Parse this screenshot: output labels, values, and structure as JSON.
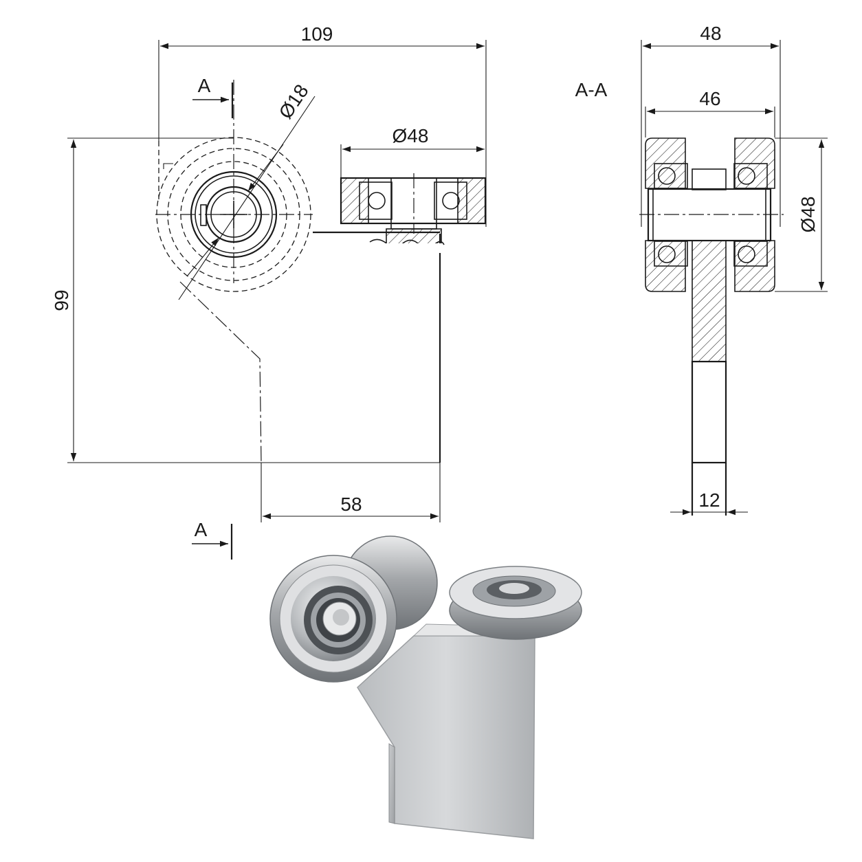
{
  "drawing": {
    "section_marker": "A",
    "section_view_label": "A-A",
    "dimensions": {
      "width_total": "109",
      "height_total": "99",
      "bracket_width": "58",
      "bore_diameter": "Ø18",
      "side_wheel_diameter": "Ø48",
      "section_outer_width": "48",
      "section_wheel_width": "46",
      "section_wheel_diameter": "Ø48",
      "plate_thickness": "12"
    }
  },
  "product_photo": {
    "icon": "roller-bracket-photo"
  }
}
